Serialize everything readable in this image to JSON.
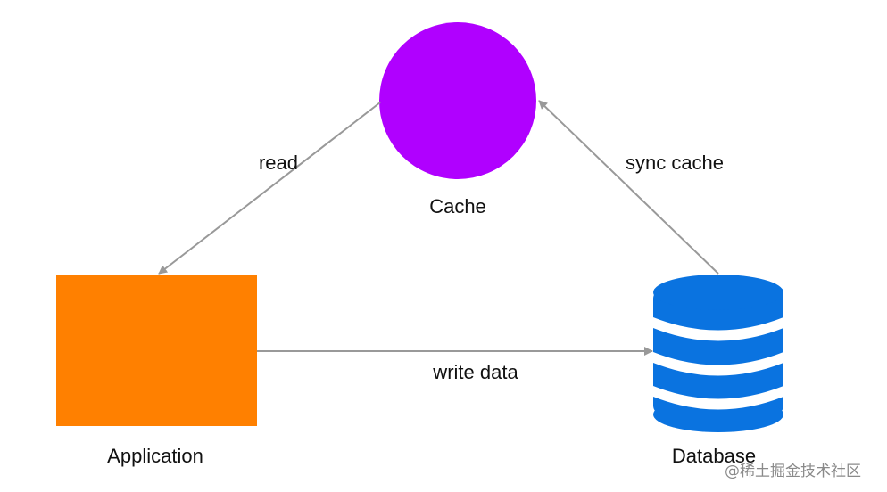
{
  "nodes": {
    "cache": {
      "label": "Cache",
      "color": "#b000ff"
    },
    "application": {
      "label": "Application",
      "color": "#ff8000"
    },
    "database": {
      "label": "Database",
      "color": "#0a73e0"
    }
  },
  "edges": {
    "read": {
      "label": "read",
      "from": "Cache",
      "to": "Application"
    },
    "sync": {
      "label": "sync cache",
      "from": "Database",
      "to": "Cache"
    },
    "write": {
      "label": "write data",
      "from": "Application",
      "to": "Database"
    }
  },
  "arrow_color": "#999999",
  "watermark": "@稀土掘金技术社区"
}
